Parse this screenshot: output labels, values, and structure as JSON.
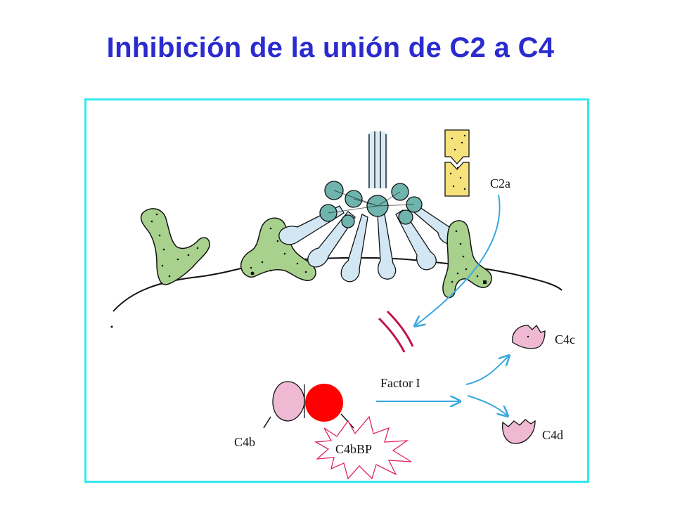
{
  "slide": {
    "title": "Inhibición de la unión de C2 a C4"
  },
  "diagram": {
    "labels": {
      "c2a": "C2a",
      "factor_i": "Factor I",
      "c4c": "C4c",
      "c4d": "C4d",
      "c4b": "C4b",
      "c4bbp": "C4bBP"
    },
    "colors": {
      "title": "#2b2bd0",
      "frame_border": "#33e8ee",
      "antibody_fill": "#a9d18e",
      "c1q_stalk": "#d2e7f3",
      "c1q_head": "#6fb5ae",
      "c2a_fill": "#f5e27a",
      "c4_fragment_fill": "#efb9d3",
      "arrow": "#3aa8e0",
      "factor_i_mark": "#c0114b",
      "c4bbp_disc": "#ff0000",
      "c4bbp_burst": "#e0245e"
    }
  }
}
